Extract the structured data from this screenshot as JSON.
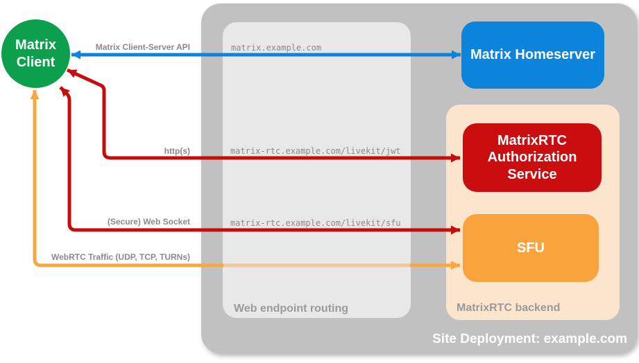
{
  "client": {
    "label": "Matrix Client"
  },
  "deployment": {
    "label": "Site Deployment: example.com"
  },
  "routing": {
    "label": "Web endpoint routing"
  },
  "backend": {
    "label": "MatrixRTC backend"
  },
  "nodes": {
    "homeserver": {
      "label": "Matrix Homeserver"
    },
    "auth": {
      "label": "MatrixRTC Authorization Service"
    },
    "sfu": {
      "label": "SFU"
    }
  },
  "endpoints": {
    "homeserver": "matrix.example.com",
    "jwt": "matrix-rtc.example.com/livekit/jwt",
    "sfu": "matrix-rtc.example.com/livekit/sfu"
  },
  "arrows": {
    "cs_api": {
      "label": "Matrix Client-Server API"
    },
    "https": {
      "label": "http(s)"
    },
    "ws": {
      "label": "(Secure) Web Socket"
    },
    "webrtc": {
      "label": "WebRTC Traffic (UDP, TCP, TURNs)"
    }
  },
  "colors": {
    "green": "#0c9f4e",
    "blue": "#0d84dc",
    "red": "#c50d0d",
    "red-box": "#ca0e10",
    "orange": "#f8a843",
    "orange-box": "#f9a33c",
    "orange-faint": "#f0c99b",
    "peach": "#fce5cd",
    "gray-outer": "#c1c1c1",
    "gray-inner": "#e8e8e8",
    "label-gray": "#8a8a8a",
    "corner-label": "#9a9a9a"
  }
}
